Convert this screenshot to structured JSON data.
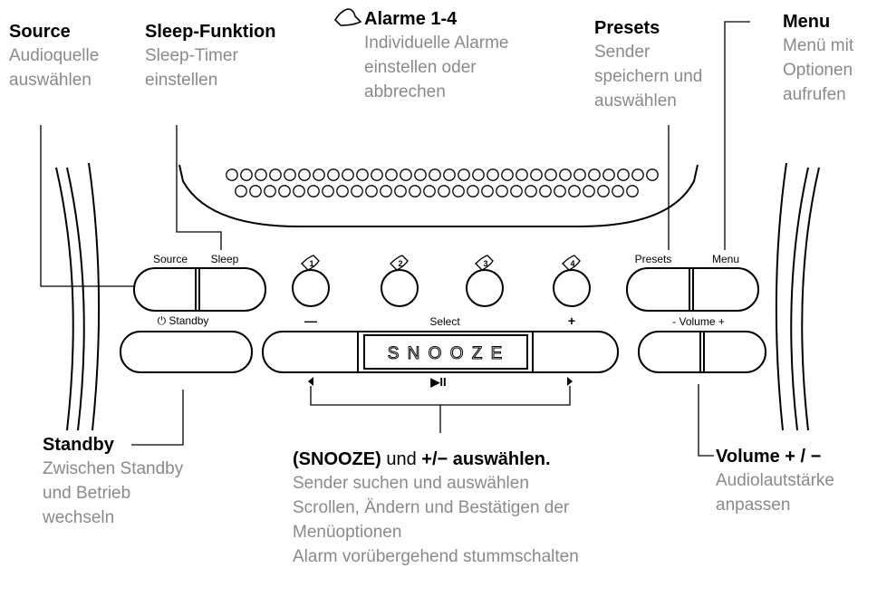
{
  "annotations": {
    "source": {
      "title": "Source",
      "desc": "Audioquelle\nauswählen"
    },
    "sleep": {
      "title": "Sleep-Funktion",
      "desc": "Sleep-Timer\neinstellen"
    },
    "alarm": {
      "title": "Alarme 1-4",
      "desc": "Individuelle Alarme\neinstellen oder\nabbrechen"
    },
    "presets": {
      "title": "Presets",
      "desc": "Sender\nspeichern und\nauswählen"
    },
    "menu": {
      "title": "Menu",
      "desc": "Menü mit\nOptionen\naufrufen"
    },
    "standby": {
      "title": "Standby",
      "desc": "Zwischen Standby\nund Betrieb\nwechseln"
    },
    "snooze": {
      "title_bold": "(SNOOZE)",
      "title_mid": " und ",
      "title_end": "+/− auswählen.",
      "desc": "Sender suchen und auswählen\nScrollen, Ändern und Bestätigen der\nMenüoptionen\nAlarm vorübergehend stummschalten"
    },
    "volume": {
      "title": "Volume + / −",
      "desc": "Audiolautstärke\nanpassen"
    }
  },
  "device": {
    "source_label": "Source",
    "sleep_label": "Sleep",
    "standby_label": "⏻ Standby",
    "minus_label": "—",
    "select_label": "Select",
    "plus_label": "+",
    "snooze_label": "S N O O Z E",
    "playpause_label": "▶II",
    "presets_label": "Presets",
    "menu_label": "Menu",
    "volume_label": "- Volume +",
    "alarm_numbers": [
      "1",
      "2",
      "3",
      "4"
    ]
  },
  "icons": {
    "alarm_bell": "bell-icon",
    "left_arrow": "left-triangle-icon",
    "right_arrow": "right-triangle-icon",
    "power": "power-icon"
  }
}
